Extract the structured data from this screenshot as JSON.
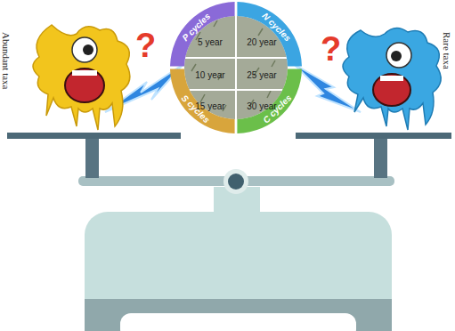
{
  "diagram": {
    "nodes": [
      {
        "text": [
          "P cycles"
        ]
      },
      {
        "text": [
          "N cycles"
        ]
      },
      {
        "text": [
          "5 year"
        ]
      },
      {
        "text": [
          "20 year"
        ]
      },
      {
        "text": [
          "10 year"
        ]
      },
      {
        "text": [
          "25 year"
        ]
      },
      {
        "text": [
          "15 year"
        ]
      },
      {
        "text": [
          "30 year"
        ]
      },
      {
        "text": [
          "S cycles"
        ]
      },
      {
        "text": [
          "C cycles"
        ]
      }
    ],
    "labels": [
      "Abundant taxa",
      "?",
      "?",
      "Rare taxa"
    ]
  }
}
